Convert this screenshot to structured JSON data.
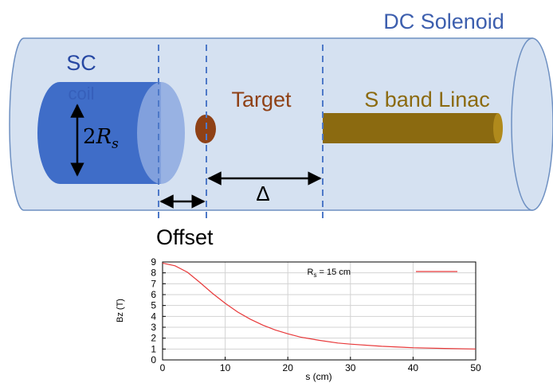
{
  "diagram": {
    "solenoid_label": "DC Solenoid",
    "coil_label_line1": "SC",
    "coil_label_line2": "coil",
    "radius_label_coef": "2",
    "radius_label_var": "R",
    "radius_label_sub": "s",
    "target_label": "Target",
    "linac_label": "S band Linac",
    "offset_label": "Offset",
    "delta_label": "Δ",
    "colors": {
      "solenoid_fill": "#d5e1f1",
      "solenoid_edge": "#6e90c2",
      "solenoid_label": "#3d5fae",
      "coil": "#3f6dc8",
      "coil_label": "#2748a3",
      "target": "#8f4116",
      "linac": "#8b6a10",
      "dashed_line": "#4e79c8"
    }
  },
  "chart_data": {
    "type": "line",
    "xlabel": "s (cm)",
    "ylabel": "Bz (T)",
    "xlim": [
      0,
      50
    ],
    "ylim": [
      0,
      9
    ],
    "xticks": [
      0,
      10,
      20,
      30,
      40,
      50
    ],
    "yticks": [
      0,
      1,
      2,
      3,
      4,
      5,
      6,
      7,
      8,
      9
    ],
    "grid": true,
    "legend_position": "top-right",
    "series": [
      {
        "name": "R_s = 15 cm",
        "name_main": "R",
        "name_sub": "s",
        "name_rest": " = 15 cm",
        "color": "#e8393a",
        "x": [
          0,
          2,
          4,
          6,
          8,
          10,
          12,
          14,
          16,
          18,
          20,
          22,
          25,
          28,
          30,
          35,
          40,
          45,
          50
        ],
        "y": [
          8.9,
          8.65,
          8.05,
          7.1,
          6.1,
          5.2,
          4.4,
          3.75,
          3.2,
          2.75,
          2.4,
          2.1,
          1.8,
          1.55,
          1.45,
          1.25,
          1.12,
          1.05,
          1.0
        ]
      }
    ]
  }
}
